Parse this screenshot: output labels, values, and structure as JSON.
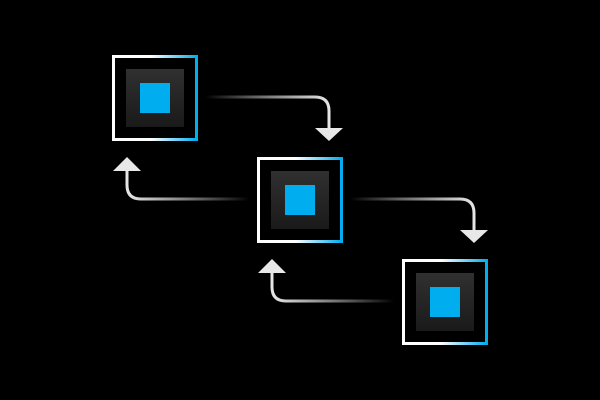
{
  "diagram": {
    "background": "#000000",
    "accent": "#00AEEF",
    "nodes": [
      {
        "id": "node-1"
      },
      {
        "id": "node-2"
      },
      {
        "id": "node-3"
      }
    ],
    "edges": [
      {
        "from": "node-1",
        "to": "node-2",
        "direction": "forward"
      },
      {
        "from": "node-2",
        "to": "node-1",
        "direction": "back"
      },
      {
        "from": "node-2",
        "to": "node-3",
        "direction": "forward"
      },
      {
        "from": "node-3",
        "to": "node-2",
        "direction": "back"
      }
    ]
  }
}
